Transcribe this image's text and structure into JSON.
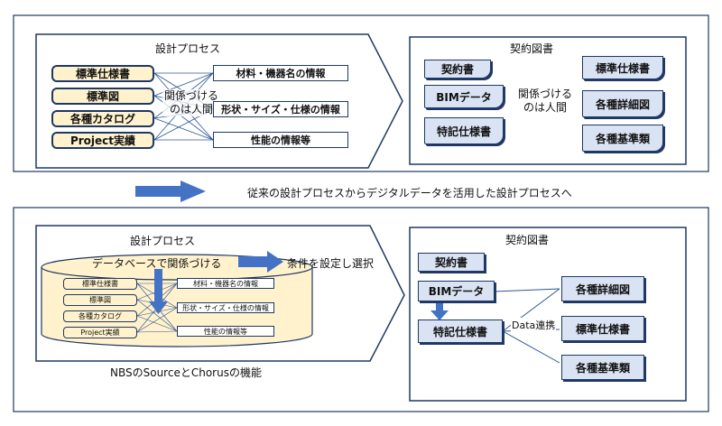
{
  "top": {
    "process_title": "設計プロセス",
    "sources": [
      "標準仕様書",
      "標準図",
      "各種カタログ",
      "Project実績"
    ],
    "relation_line1": "関係づける",
    "relation_line2": "のは人間",
    "outputs": [
      "材料・機器名の情報",
      "形状・サイズ・仕様の情報",
      "性能の情報等"
    ],
    "contract": {
      "title": "契約図書",
      "left_docs": [
        "契約書",
        "BIMデータ",
        "特記仕様書"
      ],
      "relation_line1": "関係づける",
      "relation_line2": "のは人間",
      "right_docs": [
        "標準仕様書",
        "各種詳細図",
        "各種基準類"
      ]
    }
  },
  "transition_text": "従来の設計プロセスからデジタルデータを活用した設計プロセスへ",
  "bottom": {
    "process_title": "設計プロセス",
    "database_text": "データベースで関係づける",
    "condition_text": "条件を設定し選択",
    "sources": [
      "標準仕様書",
      "標準図",
      "各種カタログ",
      "Project実績"
    ],
    "outputs": [
      "材料・機器名の情報",
      "形状・サイズ・仕様の情報",
      "性能の情報等"
    ],
    "caption": "NBSのSourceとChorusの機能",
    "contract": {
      "title": "契約図書",
      "left_docs": [
        "契約書",
        "BIMデータ",
        "特記仕様書"
      ],
      "link_text": "Data連携",
      "right_docs": [
        "各種詳細図",
        "標準仕様書",
        "各種基準類"
      ]
    }
  },
  "colors": {
    "frame": "#1f3864",
    "arrow": "#4472c4",
    "source_fill": "#fff2cc",
    "doc_fill": "#dae3f3"
  }
}
